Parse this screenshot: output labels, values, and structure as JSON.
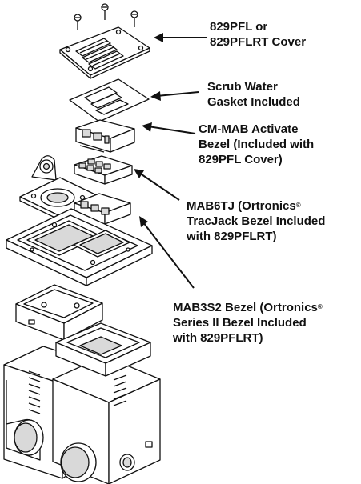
{
  "callouts": [
    {
      "id": "cover",
      "lines": [
        "829PFL or",
        "829PFLRT Cover"
      ]
    },
    {
      "id": "gasket",
      "lines": [
        "Scrub Water",
        "Gasket Included"
      ]
    },
    {
      "id": "cmmab",
      "lines": [
        "CM-MAB Activate",
        "Bezel (Included with",
        "829PFL Cover)"
      ]
    },
    {
      "id": "mab6tj",
      "lines": [
        "MAB6TJ (Ortronics",
        "TracJack Bezel Included",
        "with 829PFLRT)"
      ]
    },
    {
      "id": "mab3s2",
      "lines": [
        "MAB3S2 Bezel (Ortronics",
        "Series II Bezel Included",
        "with 829PFLRT)"
      ]
    }
  ],
  "registered_mark": "®",
  "colors": {
    "line": "#111111",
    "fill": "#ffffff",
    "shade": "#d9d9d9"
  }
}
